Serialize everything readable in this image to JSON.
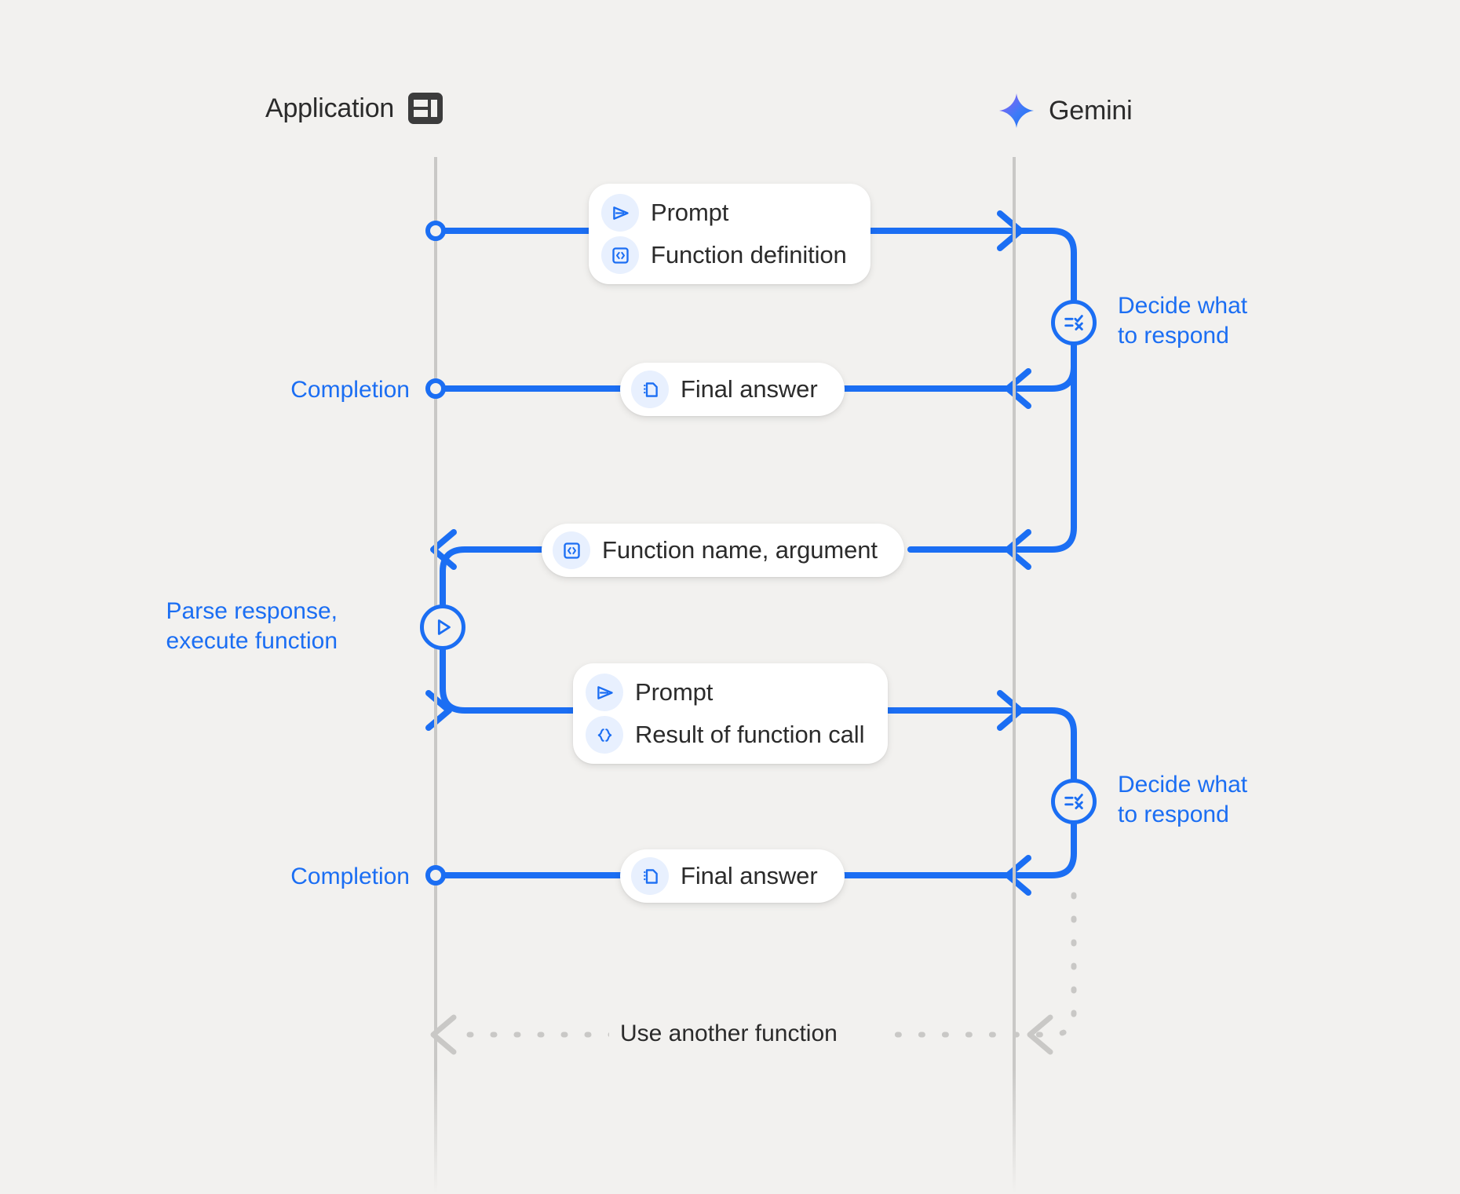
{
  "theme": {
    "background": "#f2f1ef",
    "accent_blue": "#1b6ef3",
    "lifeline_gray": "#c9c8c6",
    "text_dark": "#2b2b2b",
    "chip_bg": "#e8f0fe",
    "card_bg": "#ffffff",
    "gemini_gradient_start": "#9b59f5",
    "gemini_gradient_end": "#1b6ef3"
  },
  "actors": {
    "application": {
      "label": "Application",
      "icon": "app-layout-icon"
    },
    "gemini": {
      "label": "Gemini",
      "icon": "gemini-spark-icon"
    }
  },
  "messages": {
    "request_1": {
      "rows": [
        {
          "icon": "send-prompt-icon",
          "text": "Prompt"
        },
        {
          "icon": "code-brackets-icon",
          "text": "Function definition"
        }
      ]
    },
    "final_answer_1": {
      "rows": [
        {
          "icon": "document-icon",
          "text": "Final answer"
        }
      ]
    },
    "function_call": {
      "rows": [
        {
          "icon": "code-brackets-icon",
          "text": "Function name,  argument"
        }
      ]
    },
    "request_2": {
      "rows": [
        {
          "icon": "send-prompt-icon",
          "text": "Prompt"
        },
        {
          "icon": "curly-braces-icon",
          "text": "Result of function call"
        }
      ]
    },
    "final_answer_2": {
      "rows": [
        {
          "icon": "document-icon",
          "text": "Final answer"
        }
      ]
    }
  },
  "annotations": {
    "completion_1": "Completion",
    "completion_2": "Completion",
    "decide_1": "Decide what\nto respond",
    "decide_2": "Decide what\nto respond",
    "parse_execute": "Parse response,\nexecute function",
    "loop": "Use another function"
  },
  "process_nodes": {
    "decide_1_icon": "checklist-decision-icon",
    "decide_2_icon": "checklist-decision-icon",
    "parse_icon": "play-triangle-icon"
  }
}
